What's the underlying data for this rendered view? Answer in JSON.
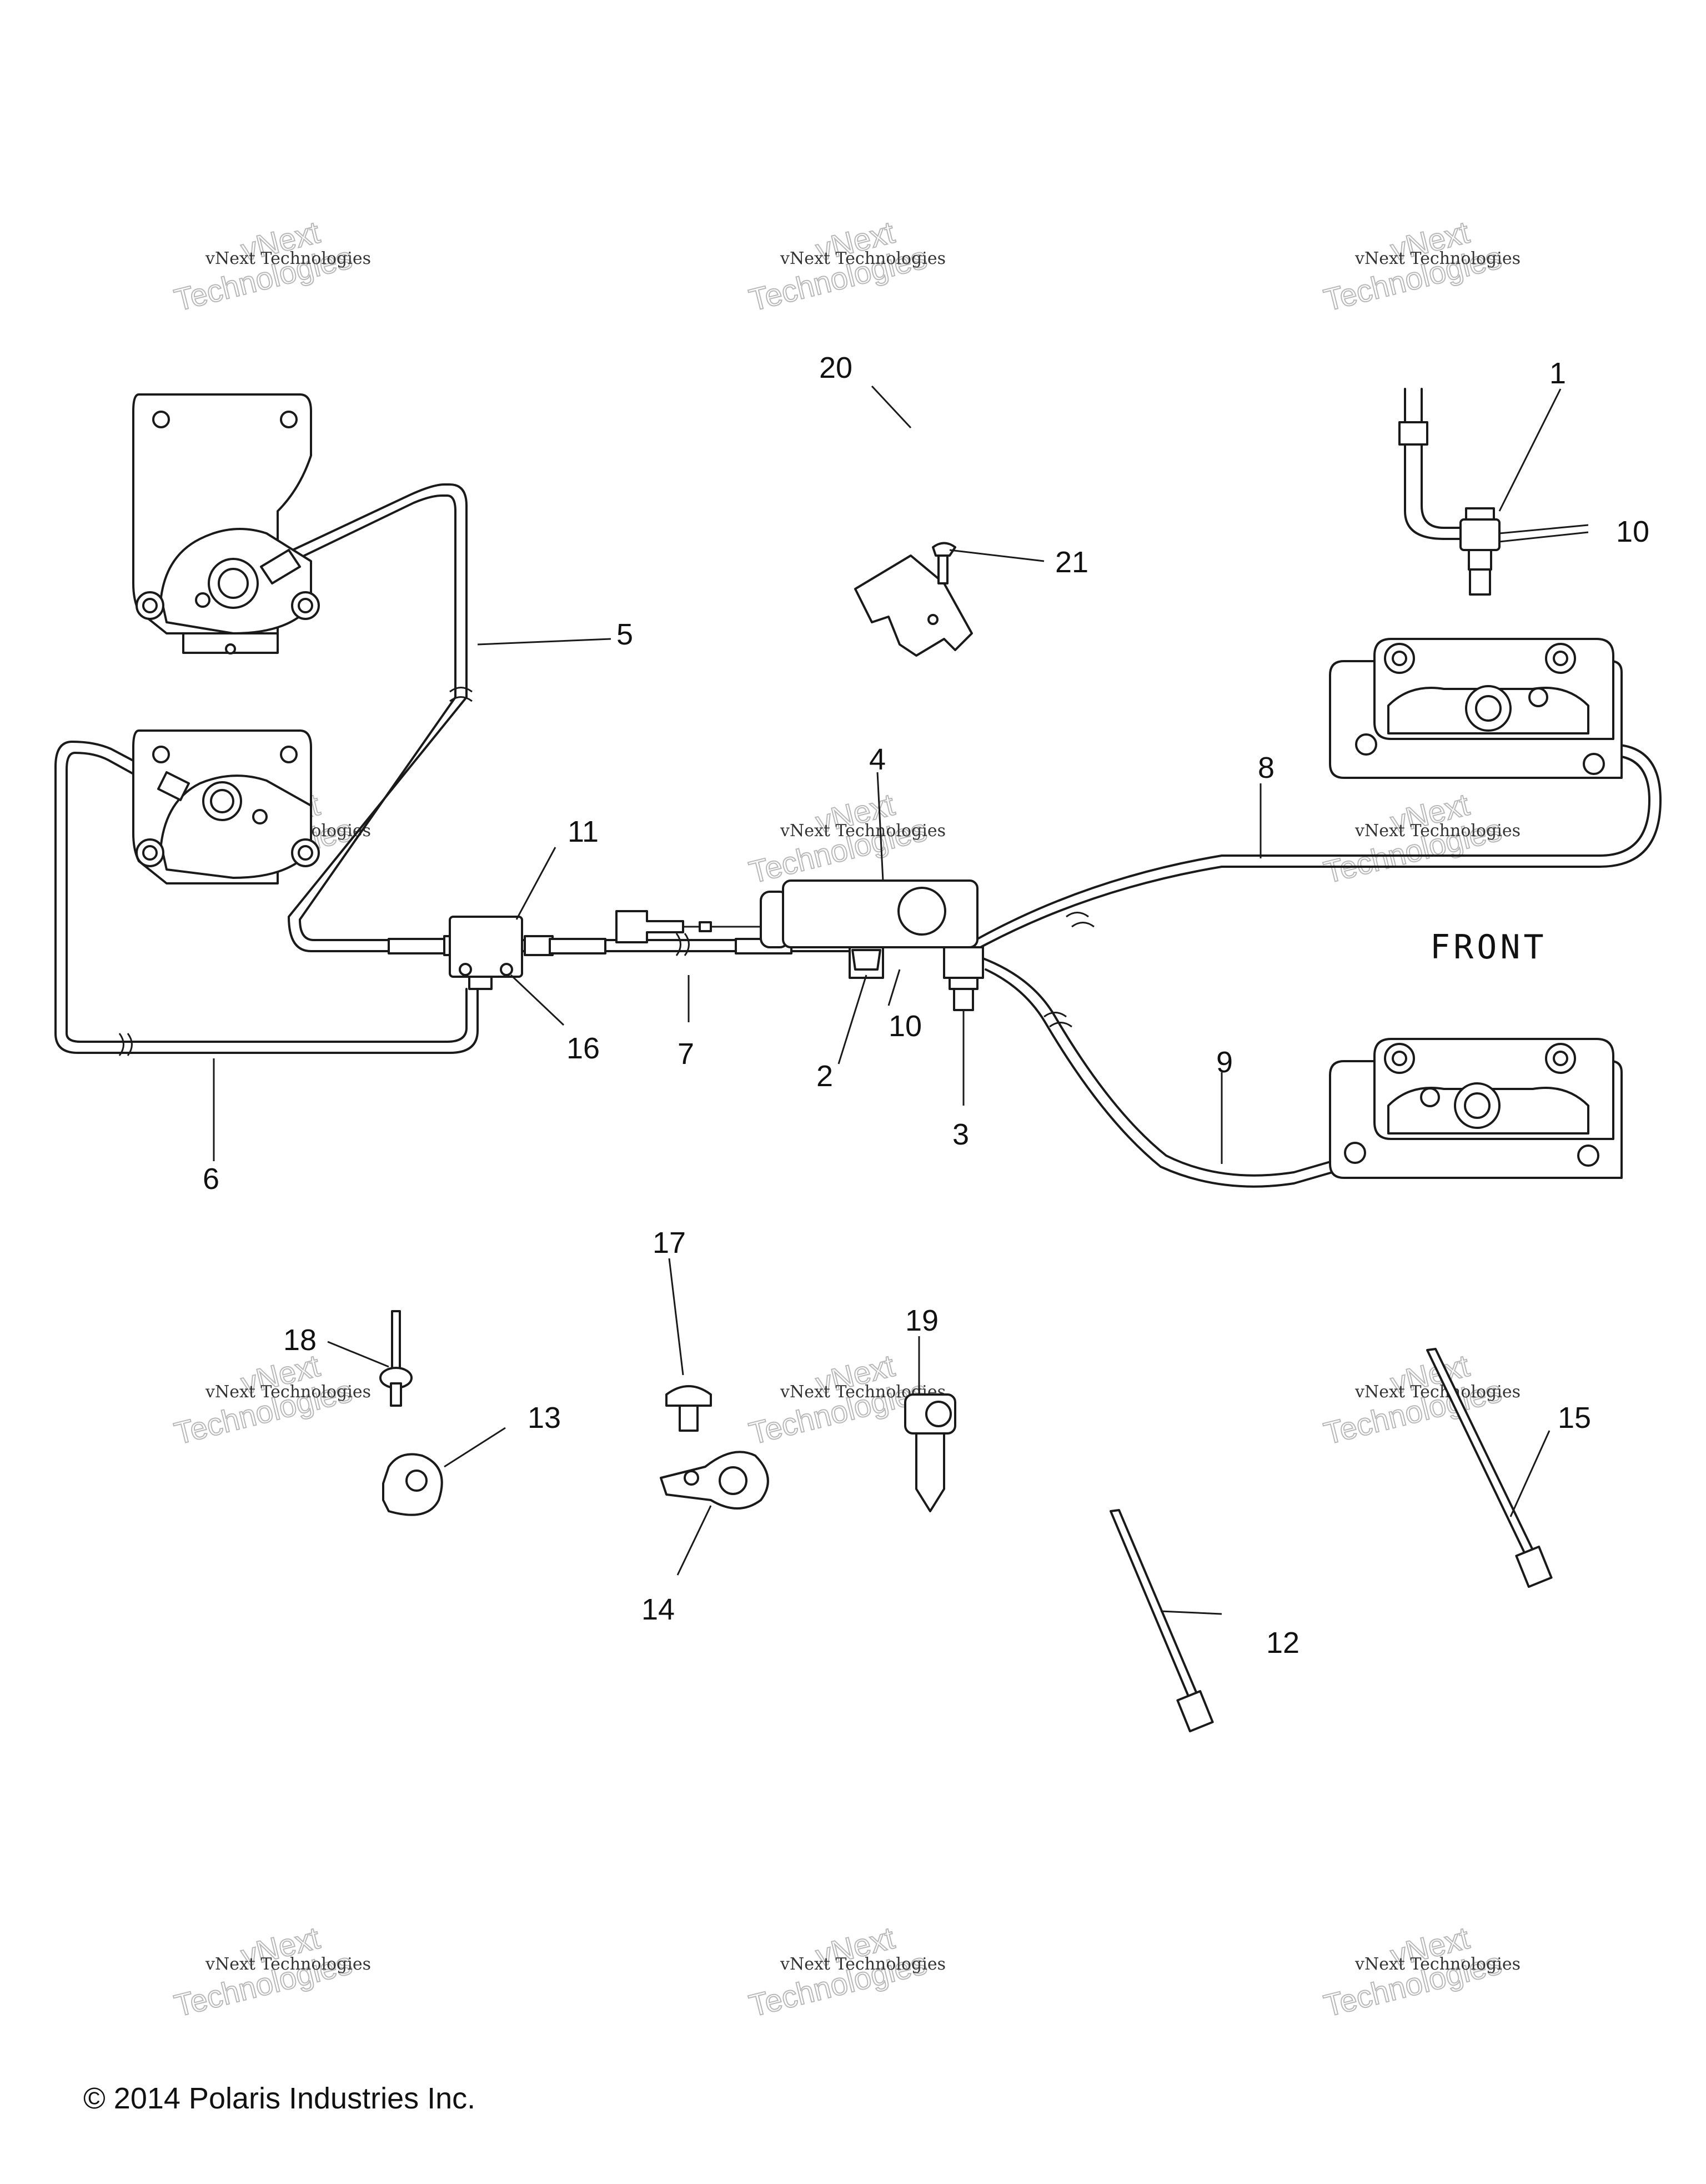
{
  "callouts": [
    "1",
    "2",
    "3",
    "4",
    "5",
    "6",
    "7",
    "8",
    "9",
    "10",
    "10",
    "11",
    "12",
    "13",
    "14",
    "15",
    "16",
    "17",
    "18",
    "19",
    "20",
    "21"
  ],
  "front_label": "FRONT",
  "watermark": {
    "line1": "vNext Technologies",
    "line2": "vNext",
    "line3": "Technologies"
  },
  "copyright": "© 2014 Polaris Industries Inc."
}
